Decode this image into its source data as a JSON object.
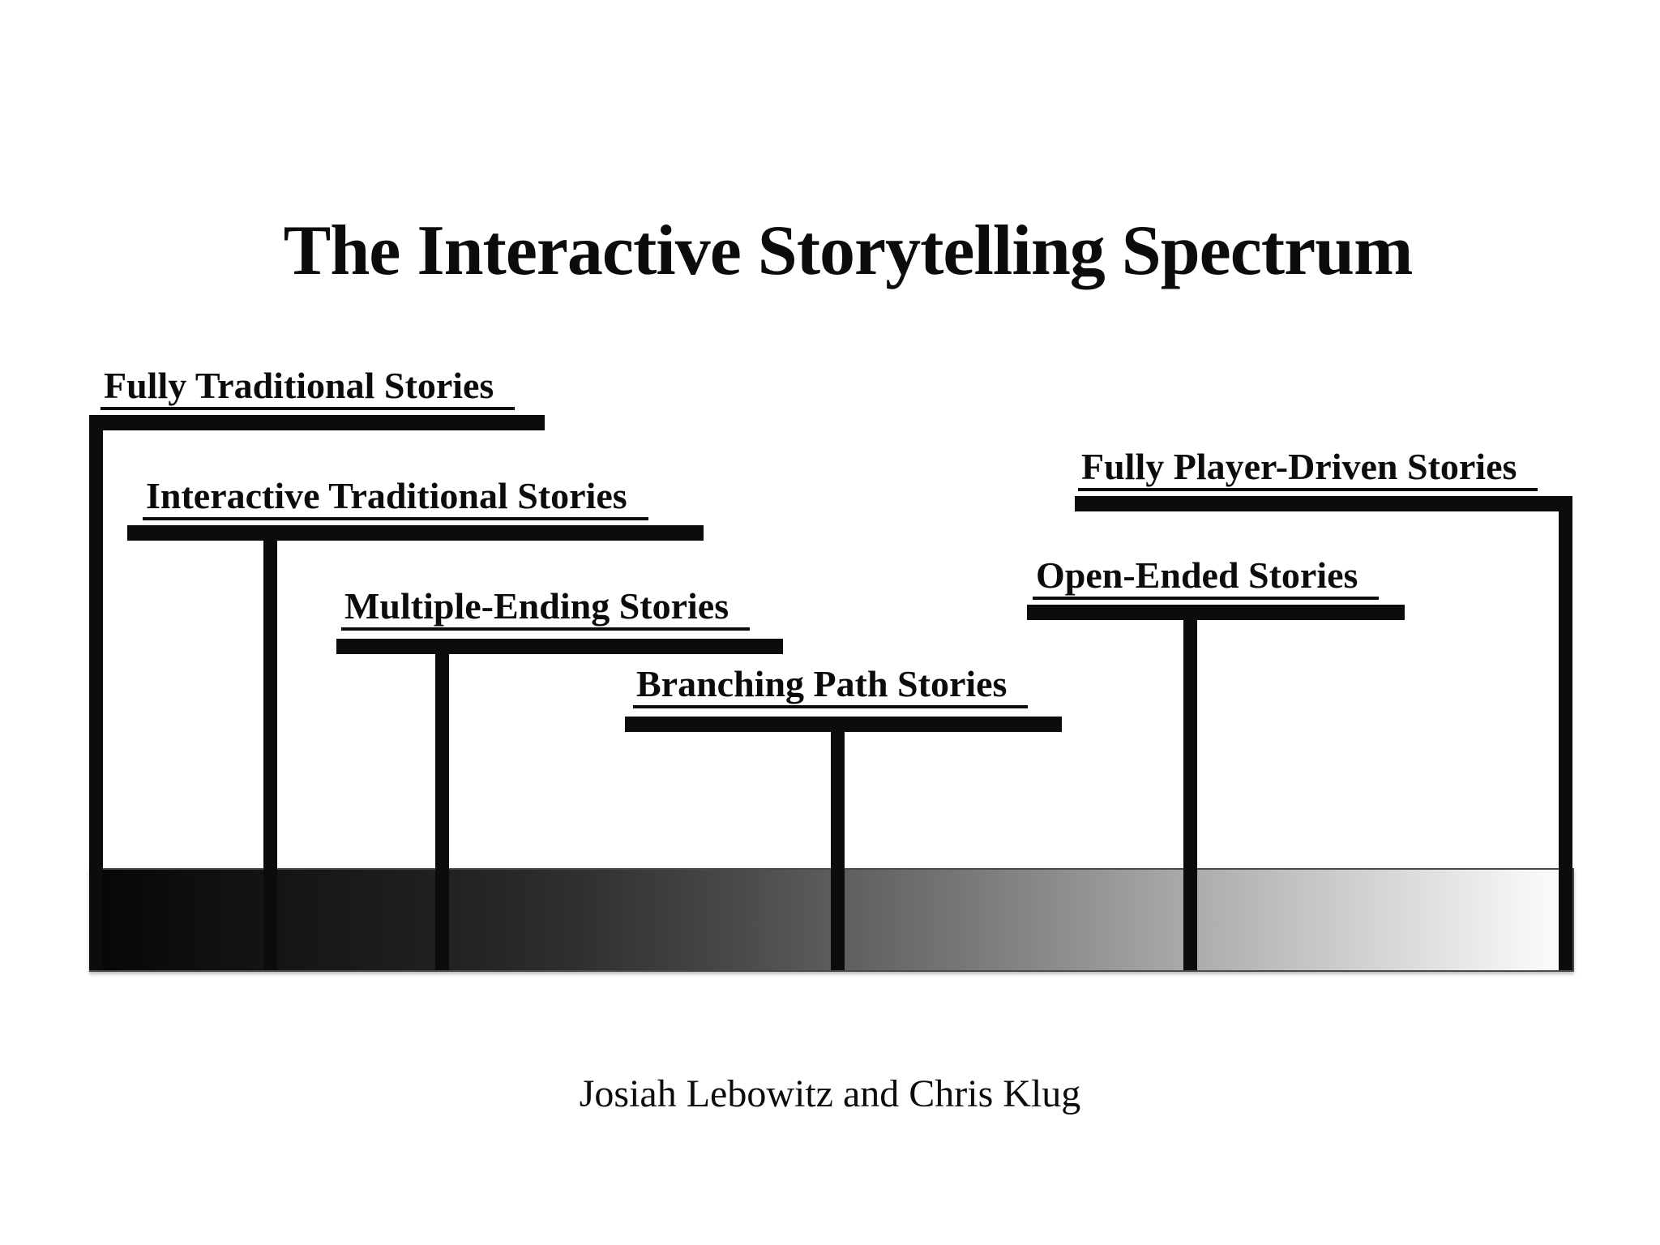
{
  "slide": {
    "title": "The Interactive Storytelling Spectrum",
    "credit": "Josiah Lebowitz and Chris Klug"
  },
  "spectrum": {
    "markers": [
      {
        "label": "Fully Traditional Stories"
      },
      {
        "label": "Interactive Traditional Stories"
      },
      {
        "label": "Multiple-Ending Stories"
      },
      {
        "label": "Branching Path Stories"
      },
      {
        "label": "Open-Ended Stories"
      },
      {
        "label": "Fully Player-Driven Stories"
      }
    ],
    "gradient": {
      "left_color": "#060606",
      "right_color": "#ffffff",
      "border_color": "#4a4a4a"
    }
  },
  "colors": {
    "ink": "#0c0c0c",
    "background": "#ffffff"
  }
}
